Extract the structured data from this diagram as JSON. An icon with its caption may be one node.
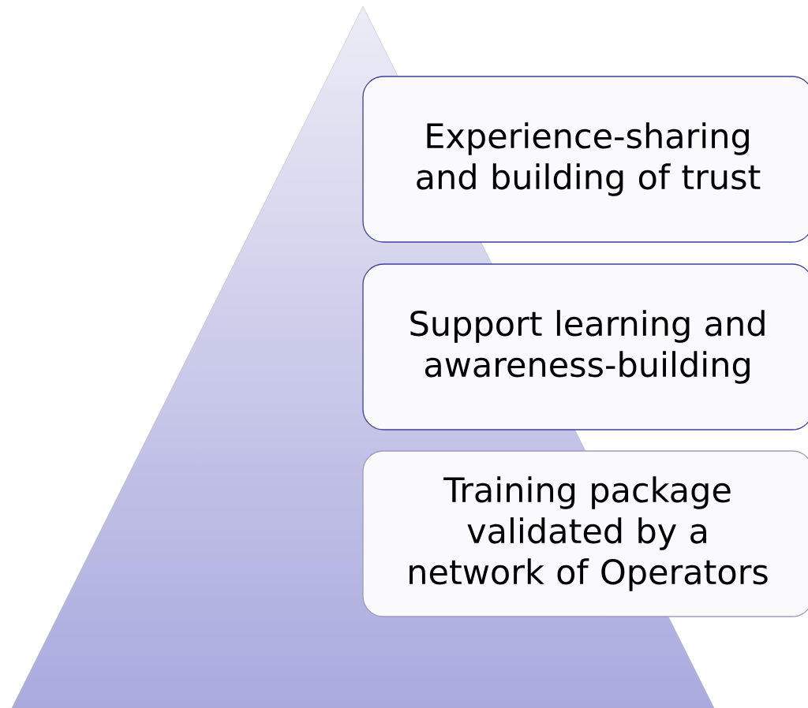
{
  "diagram": {
    "nodes": [
      {
        "text": [],
        "shape": "triangle"
      },
      {
        "text": [
          "Experience-sharing and building of trust"
        ]
      },
      {
        "text": [
          "Support learning and awareness-building"
        ]
      },
      {
        "text": [
          "Training package validated by a network of Operators"
        ]
      }
    ]
  }
}
